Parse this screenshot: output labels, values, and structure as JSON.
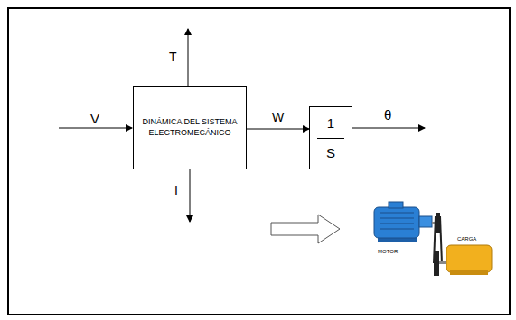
{
  "diagram": {
    "nodes": [
      {
        "text": [
          "DINÁMICA DEL SISTEMA ELECTROMECÁNICO"
        ]
      },
      {
        "text": [
          "1",
          "S"
        ]
      }
    ],
    "edges": [
      {
        "from": 0,
        "to": 1,
        "label": "W",
        "arrow": "to"
      }
    ],
    "labels": [
      "V",
      "T",
      "I",
      "θ",
      "CARGA",
      "MOTOR"
    ]
  }
}
